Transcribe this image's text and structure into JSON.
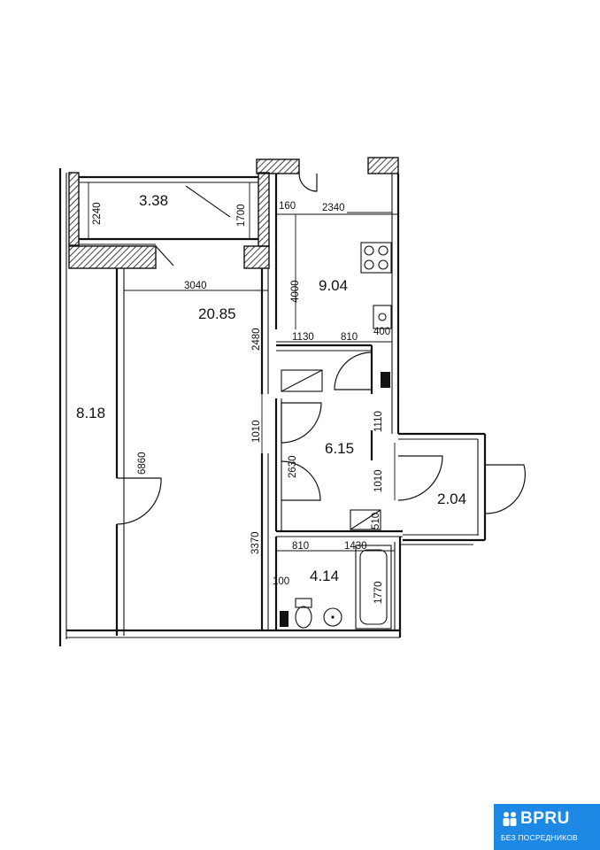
{
  "rooms": {
    "loggia_top": "3.38",
    "living": "20.85",
    "kitchen": "9.04",
    "left_room": "8.18",
    "hall": "6.15",
    "balcony": "2.04",
    "bathroom": "4.14"
  },
  "dimensions": {
    "d2240": "2240",
    "d1700": "1700",
    "d160": "160",
    "d2340": "2340",
    "d3040": "3040",
    "d4000": "4000",
    "d2480": "2480",
    "d1130": "1130",
    "d810a": "810",
    "d400": "400",
    "d1010a": "1010",
    "d1110": "1110",
    "d6860": "6860",
    "d2630": "2630",
    "d1010b": "1010",
    "d510": "510",
    "d3370": "3370",
    "d810b": "810",
    "d1430": "1430",
    "d100": "100",
    "d1770": "1770"
  },
  "logo": {
    "brand": "BPRU",
    "tagline": "БЕЗ ПОСРЕДНИКОВ",
    "brand_color": "#1e88e5"
  }
}
